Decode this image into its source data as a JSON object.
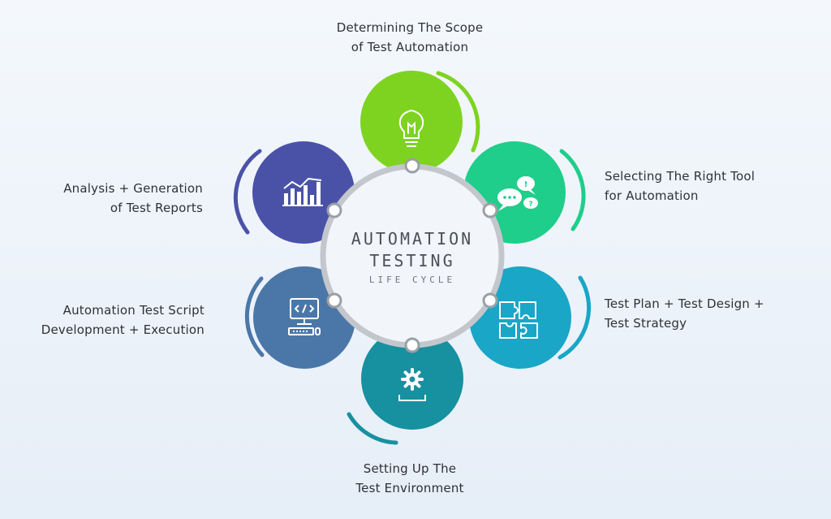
{
  "center": {
    "line1": "AUTOMATION",
    "line2": "TESTING",
    "line3": "LIFE CYCLE"
  },
  "stages": [
    {
      "id": "scope",
      "lines": [
        "Determining The Scope",
        "of Test Automation"
      ],
      "color": "#7ed321",
      "icon": "lightbulb-icon"
    },
    {
      "id": "tool",
      "lines": [
        "Selecting The Right Tool",
        "for Automation"
      ],
      "color": "#1fce8a",
      "icon": "speech-bubbles-icon"
    },
    {
      "id": "plan",
      "lines": [
        "Test Plan + Test Design +",
        "Test Strategy"
      ],
      "color": "#1aa6c6",
      "icon": "puzzle-icon"
    },
    {
      "id": "env",
      "lines": [
        "Setting Up The",
        "Test Environment"
      ],
      "color": "#17909f",
      "icon": "gear-icon"
    },
    {
      "id": "script",
      "lines": [
        "Automation Test Script",
        "Development + Execution"
      ],
      "color": "#4b77a8",
      "icon": "code-monitor-icon"
    },
    {
      "id": "analysis",
      "lines": [
        "Analysis + Generation",
        "of Test Reports"
      ],
      "color": "#4a52a8",
      "icon": "bar-chart-icon"
    }
  ]
}
